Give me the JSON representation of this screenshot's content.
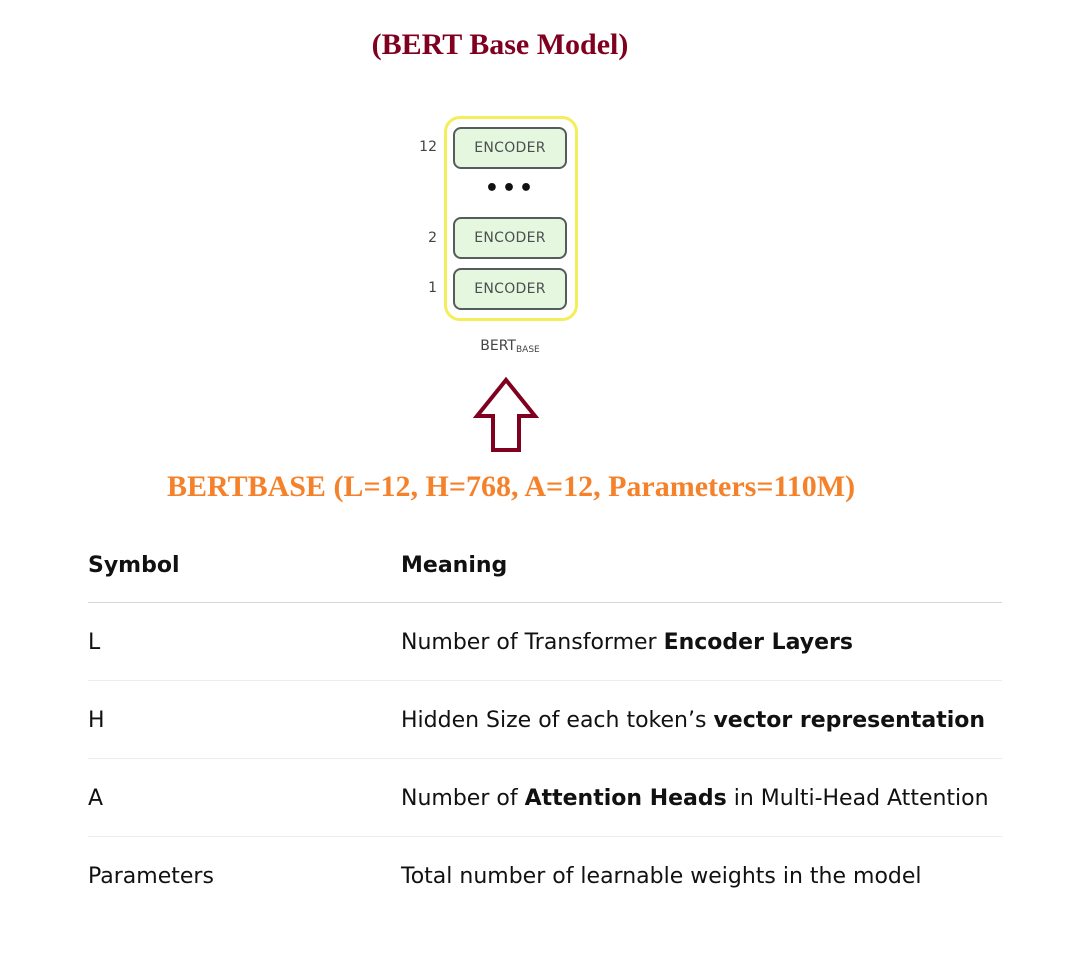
{
  "title": "(BERT Base Model)",
  "diagram": {
    "encoder_label": "ENCODER",
    "layers": [
      "12",
      "2",
      "1"
    ],
    "ellipsis": "•••",
    "model_label": "BERT",
    "model_sub": "BASE",
    "arrow_color": "#800020",
    "box_border_color": "#f3ee5a"
  },
  "config_text": "BERTBASE (L=12, H=768, A=12, Parameters=110M)",
  "table": {
    "headers": [
      "Symbol",
      "Meaning"
    ],
    "rows": [
      {
        "symbol": "L",
        "pre": "Number of Transformer ",
        "bold": "Encoder Layers",
        "post": ""
      },
      {
        "symbol": "H",
        "pre": "Hidden Size of each token’s ",
        "bold": "vector representation",
        "post": ""
      },
      {
        "symbol": "A",
        "pre": "Number of ",
        "bold": "Attention Heads",
        "post": " in Multi-Head Attention"
      },
      {
        "symbol": "Parameters",
        "pre": "Total number of learnable weights in the model",
        "bold": "",
        "post": ""
      }
    ]
  }
}
